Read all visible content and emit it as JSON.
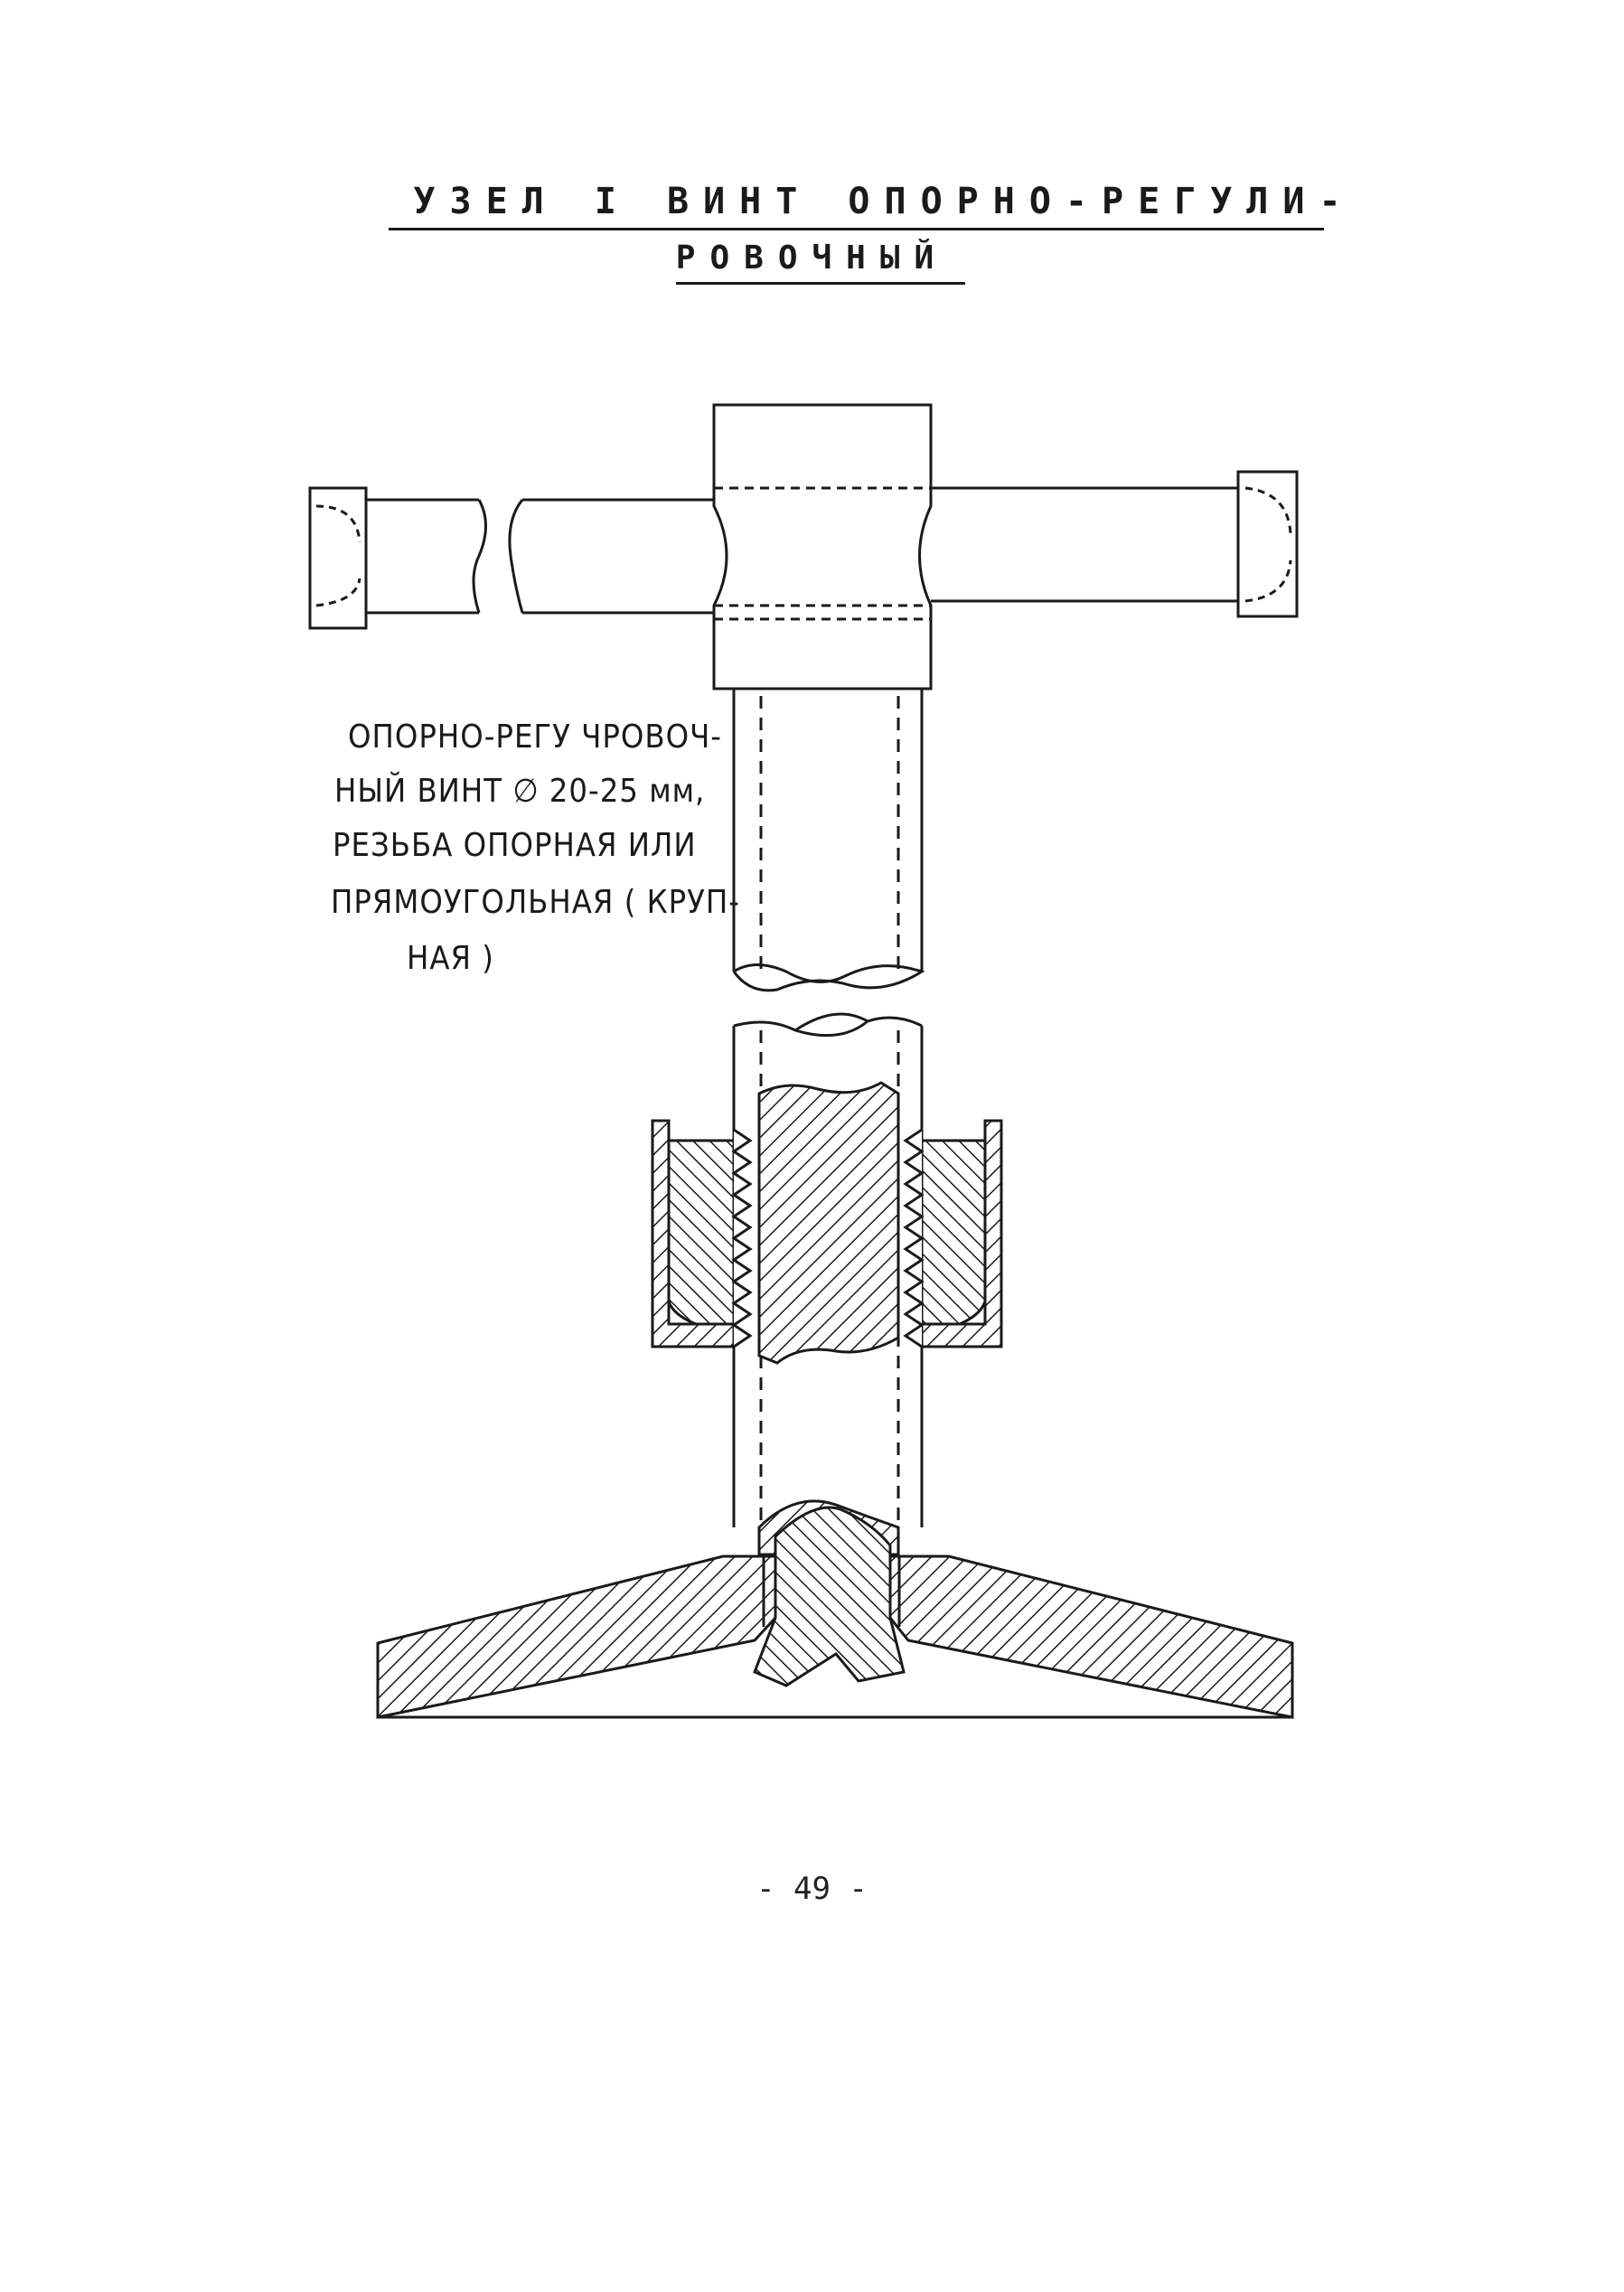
{
  "title": {
    "line1": "УЗЕЛ I ВИНТ ОПОРНО-РЕГУЛИ-",
    "line2": "РОВОЧНЫЙ"
  },
  "caption": {
    "line1": "ОПОРНО-РЕГУ ЧРОВОЧ-",
    "line2": "НЫЙ ВИНТ ∅ 20-25 мм,",
    "line3": "РЕЗЬБА ОПОРНАЯ ИЛИ",
    "line4": "ПРЯМОУГОЛЬНАЯ ( КРУП-",
    "line5": "НАЯ )"
  },
  "page_number": "- 49 -",
  "colors": {
    "ink": "#1a1a1a",
    "paper": "#ffffff"
  }
}
